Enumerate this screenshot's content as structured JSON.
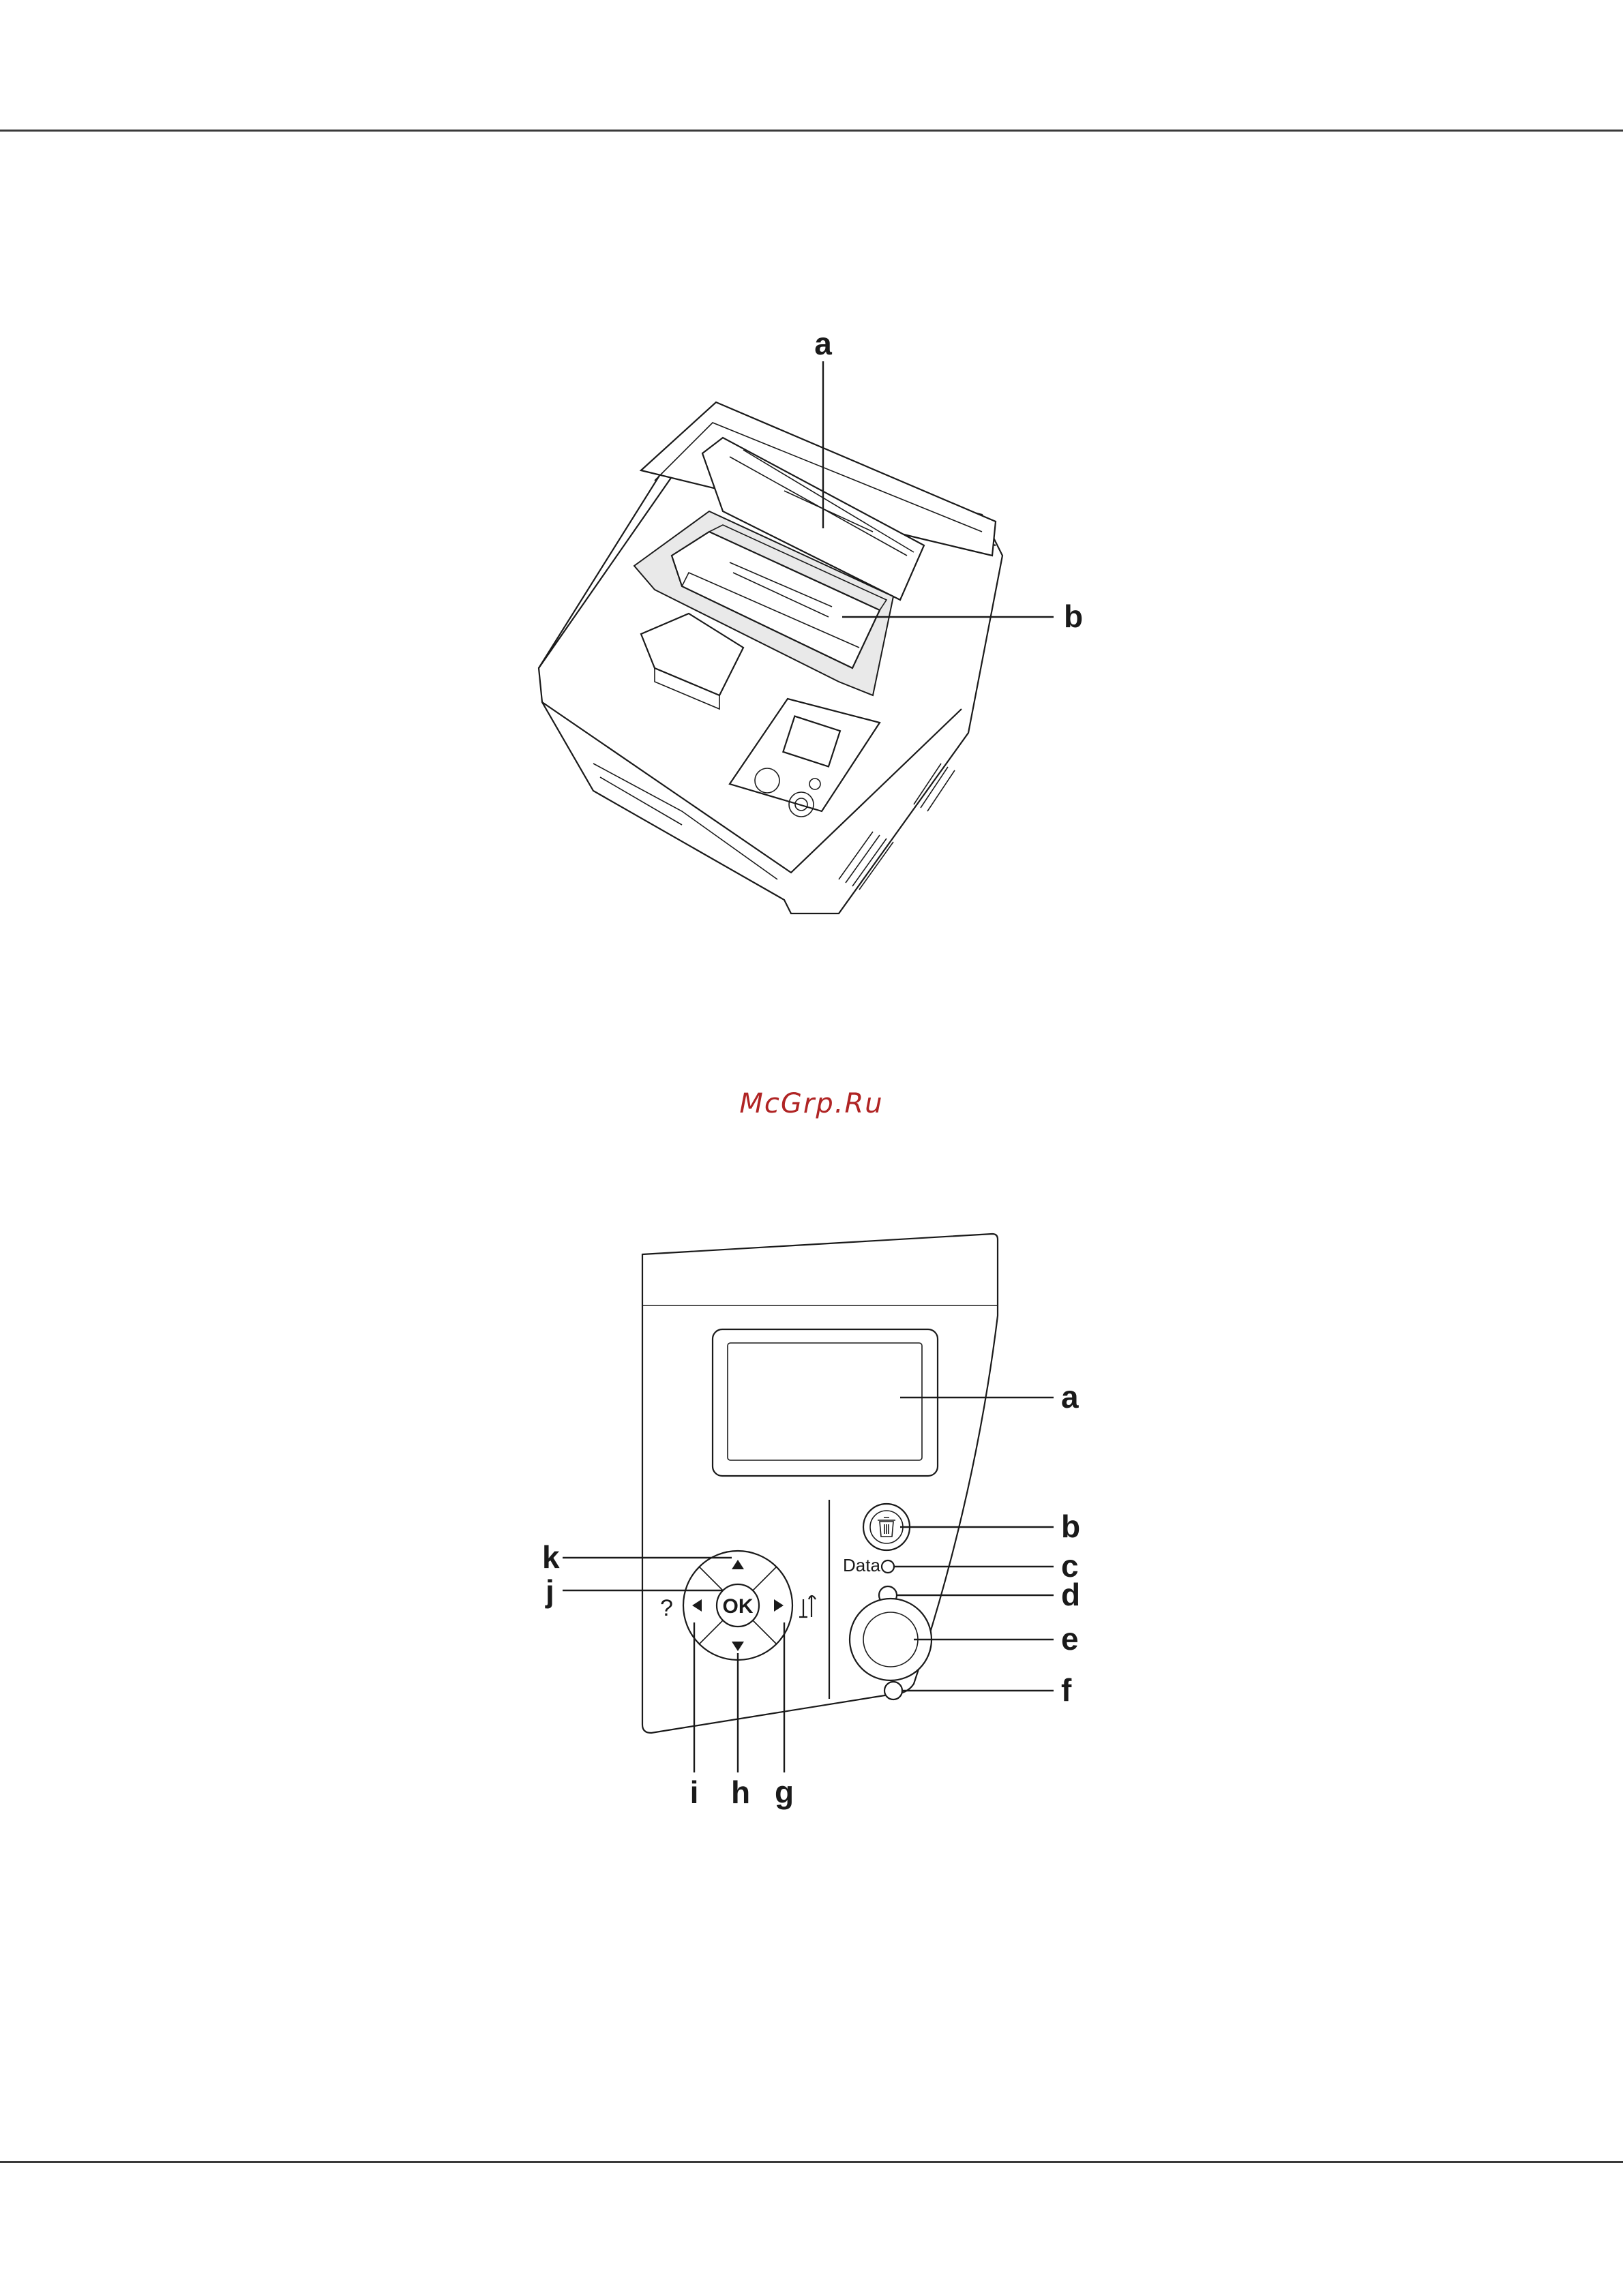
{
  "watermark": "McGrp.Ru",
  "figure_printer": {
    "callouts": [
      "a",
      "b"
    ]
  },
  "figure_panel": {
    "callouts": {
      "a": "a",
      "b": "b",
      "c": "c",
      "d": "d",
      "e": "e",
      "f": "f",
      "g": "g",
      "h": "h",
      "i": "i",
      "j": "j",
      "k": "k"
    },
    "data_label": "Data",
    "ok_label": "OK",
    "help_label": "?"
  },
  "icons": [
    "trash-icon",
    "wrench-icon",
    "arrow-up-icon",
    "arrow-down-icon",
    "arrow-left-icon",
    "arrow-right-icon"
  ]
}
